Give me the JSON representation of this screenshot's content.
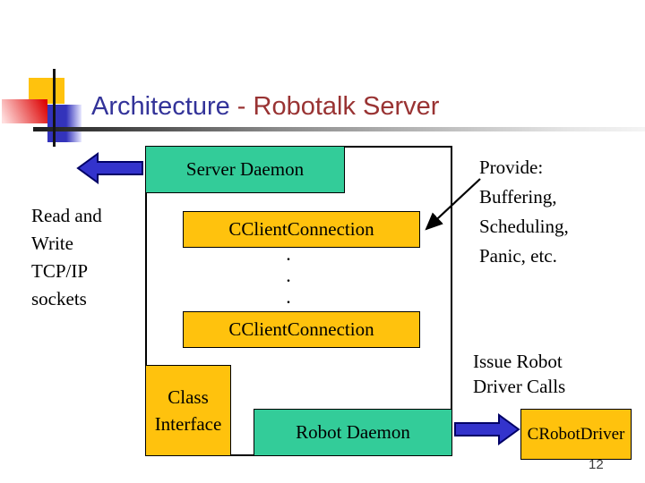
{
  "slide": {
    "title": {
      "part1": "Architecture ",
      "part2": "- Robotalk Server"
    },
    "page_number": "12"
  },
  "diagram": {
    "server_daemon": "Server Daemon",
    "cclient_top": "CClientConnection",
    "dots": [
      ".",
      ".",
      "."
    ],
    "cclient_bottom": "CClientConnection",
    "class_interface": {
      "line1": "Class",
      "line2": "Interface"
    },
    "robot_daemon": "Robot Daemon",
    "crobot_driver": "CRobotDriver"
  },
  "annotations": {
    "read_write": {
      "lines": [
        "Read and",
        "Write",
        "TCP/IP",
        "sockets"
      ]
    },
    "provide": {
      "lines": [
        "Provide:",
        "Buffering,",
        "Scheduling,",
        "Panic, etc."
      ]
    },
    "issue": {
      "lines": [
        "Issue Robot",
        "Driver Calls"
      ]
    }
  },
  "icons": {
    "left_arrow": "blue-arrow-left",
    "right_arrow": "blue-arrow-right",
    "diagonal_arrow": "black-arrow-to-cclient"
  },
  "colors": {
    "box_teal": "#33CC99",
    "box_gold": "#FFC20D",
    "arrow_blue": "#3333CC",
    "arrow_blue_border": "#000066",
    "title_blue": "#333399",
    "title_red": "#993333",
    "logo_yellow": "#FFC20D",
    "logo_red": "#DD0404",
    "logo_blue": "#3333BB",
    "background": "#FFFFFF"
  }
}
